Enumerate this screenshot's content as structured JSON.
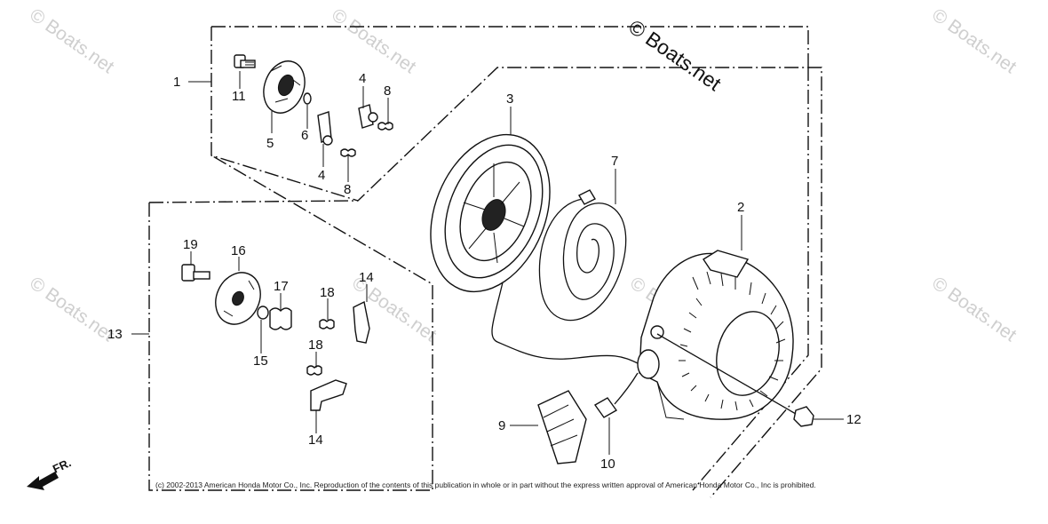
{
  "brand_text": "© Boats.net",
  "watermark_text": "© Boats.net",
  "front_indicator": "FR.",
  "copyright": "(c) 2002-2013 American Honda Motor Co., Inc. Reproduction of the contents of this publication in whole or in part without the express written approval of American Honda Motor Co., Inc is prohibited.",
  "callouts": [
    {
      "id": "c1",
      "label": "1"
    },
    {
      "id": "c11",
      "label": "11"
    },
    {
      "id": "c5",
      "label": "5"
    },
    {
      "id": "c6",
      "label": "6"
    },
    {
      "id": "c4a",
      "label": "4"
    },
    {
      "id": "c8a",
      "label": "8"
    },
    {
      "id": "c4b",
      "label": "4"
    },
    {
      "id": "c8b",
      "label": "8"
    },
    {
      "id": "c3",
      "label": "3"
    },
    {
      "id": "c7",
      "label": "7"
    },
    {
      "id": "c2",
      "label": "2"
    },
    {
      "id": "c19",
      "label": "19"
    },
    {
      "id": "c16",
      "label": "16"
    },
    {
      "id": "c17",
      "label": "17"
    },
    {
      "id": "c18a",
      "label": "18"
    },
    {
      "id": "c14a",
      "label": "14"
    },
    {
      "id": "c13",
      "label": "13"
    },
    {
      "id": "c15",
      "label": "15"
    },
    {
      "id": "c18b",
      "label": "18"
    },
    {
      "id": "c14b",
      "label": "14"
    },
    {
      "id": "c9",
      "label": "9"
    },
    {
      "id": "c10",
      "label": "10"
    },
    {
      "id": "c12",
      "label": "12"
    }
  ]
}
